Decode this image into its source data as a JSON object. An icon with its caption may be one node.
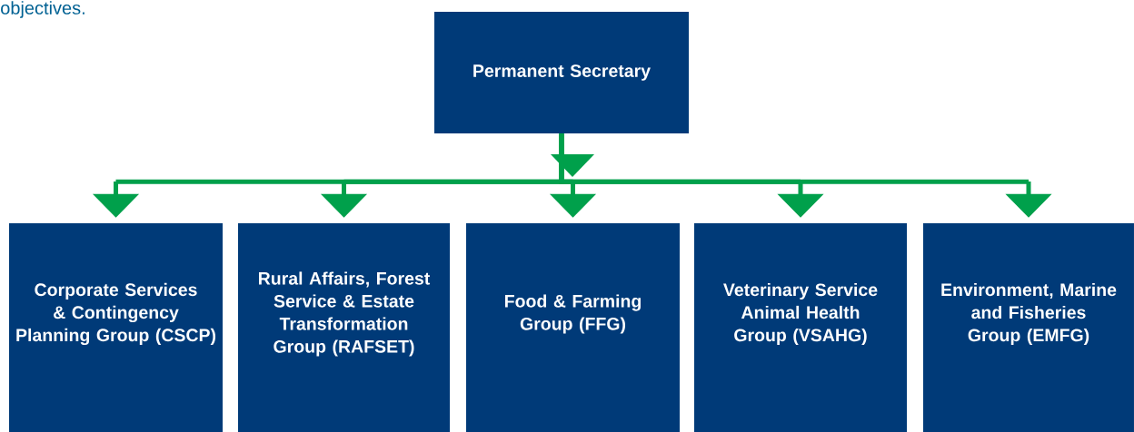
{
  "diagram": {
    "nodes": [
      {
        "text": [
          "Permanent Secretary"
        ]
      },
      {
        "text": [
          "Corporate Services & Contingency Planning Group (CSCP)"
        ]
      },
      {
        "text": [
          "Rural Affairs, Forest Service & Estate Transformation Group (RAFSET)"
        ]
      },
      {
        "text": [
          "Food & Farming Group (FFG)"
        ]
      },
      {
        "text": [
          "Veterinary Service Animal Health Group (VSAHG)"
        ]
      },
      {
        "text": [
          "Environment, Marine and Fisheries Group (EMFG)"
        ]
      }
    ],
    "edges": [
      {
        "from": 0,
        "to": 1,
        "arrow": "to"
      },
      {
        "from": 0,
        "to": 2,
        "arrow": "to"
      },
      {
        "from": 0,
        "to": 3,
        "arrow": "to"
      },
      {
        "from": 0,
        "to": 4,
        "arrow": "to"
      },
      {
        "from": 0,
        "to": 5,
        "arrow": "to"
      }
    ],
    "labels": [
      "objectives."
    ]
  }
}
